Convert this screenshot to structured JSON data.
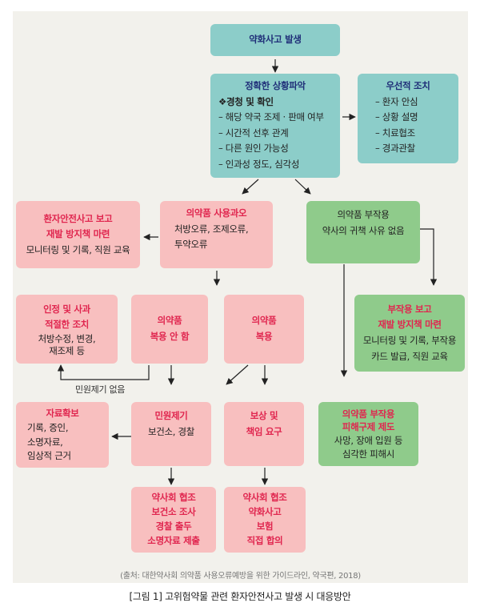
{
  "colors": {
    "teal": "#8ccdc9",
    "green": "#8fcb8b",
    "pink": "#f8bfbf",
    "navy": "#1f2e78",
    "red": "#e0264f"
  },
  "nodes": {
    "start": {
      "title": "약화사고 발생"
    },
    "assess": {
      "title": "정확한 상황파악",
      "subtitle": "❖경청 및 확인",
      "items": [
        "– 해당 약국 조제 · 판매 여부",
        "– 시간적 선후 관계",
        "– 다른 원인 가능성",
        "– 인과성 정도, 심각성"
      ]
    },
    "priority": {
      "title": "우선적 조치",
      "items": [
        "– 환자 안심",
        "– 상황 설명",
        "– 치료협조",
        "– 경과관찰"
      ]
    },
    "report": {
      "title_lines": [
        "환자안전사고 보고",
        "재발 방지책 마련"
      ],
      "body": "모니터링 및 기록, 직원 교육"
    },
    "misuse": {
      "title": "의약품 사용과오",
      "lines": [
        "처방오류, 조제오류,",
        "투약오류"
      ]
    },
    "adverse": {
      "title": "의약품 부작용",
      "body": "약사의 귀책 사유 없음"
    },
    "apology": {
      "title_lines": [
        "인정 및 사과",
        "적절한 조치"
      ],
      "lines": [
        "처방수정, 변경,",
        "재조제 등"
      ]
    },
    "not_taken": {
      "title_lines": [
        "의약품",
        "복용 안 함"
      ]
    },
    "taken": {
      "title_lines": [
        "의약품",
        "복용"
      ]
    },
    "side_report": {
      "title_lines": [
        "부작용 보고",
        "재발 방지책 마련"
      ],
      "lines": [
        "모니터링 및 기록, 부작용",
        "카드 발급, 직원 교육"
      ]
    },
    "evidence": {
      "title": "자료확보",
      "lines": [
        "기록, 증인,",
        "소명자료,",
        "임상적 근거"
      ]
    },
    "complaint": {
      "title": "민원제기",
      "body": "보건소, 경찰"
    },
    "compensation": {
      "title_lines": [
        "보상 및",
        "책임 요구"
      ]
    },
    "relief": {
      "title_lines": [
        "의약품 부작용",
        "피해구제 제도"
      ],
      "lines": [
        "사망, 장애 입원 등",
        "심각한 피해시"
      ]
    },
    "assoc1": {
      "title_lines": [
        "약사회 협조",
        "보건소 조사",
        "경찰 출두",
        "소명자료 제출"
      ]
    },
    "assoc2": {
      "title_lines": [
        "약사회 협조",
        "약화사고",
        "보험",
        "직접 합의"
      ]
    }
  },
  "no_complaint_label": "민원제기 없음",
  "source": "(출처: 대한약사회 의약품 사용오류예방을 위한 가이드라인, 약국편, 2018)",
  "caption": "[그림 1] 고위험약물 관련 환자안전사고 발생 시 대응방안"
}
